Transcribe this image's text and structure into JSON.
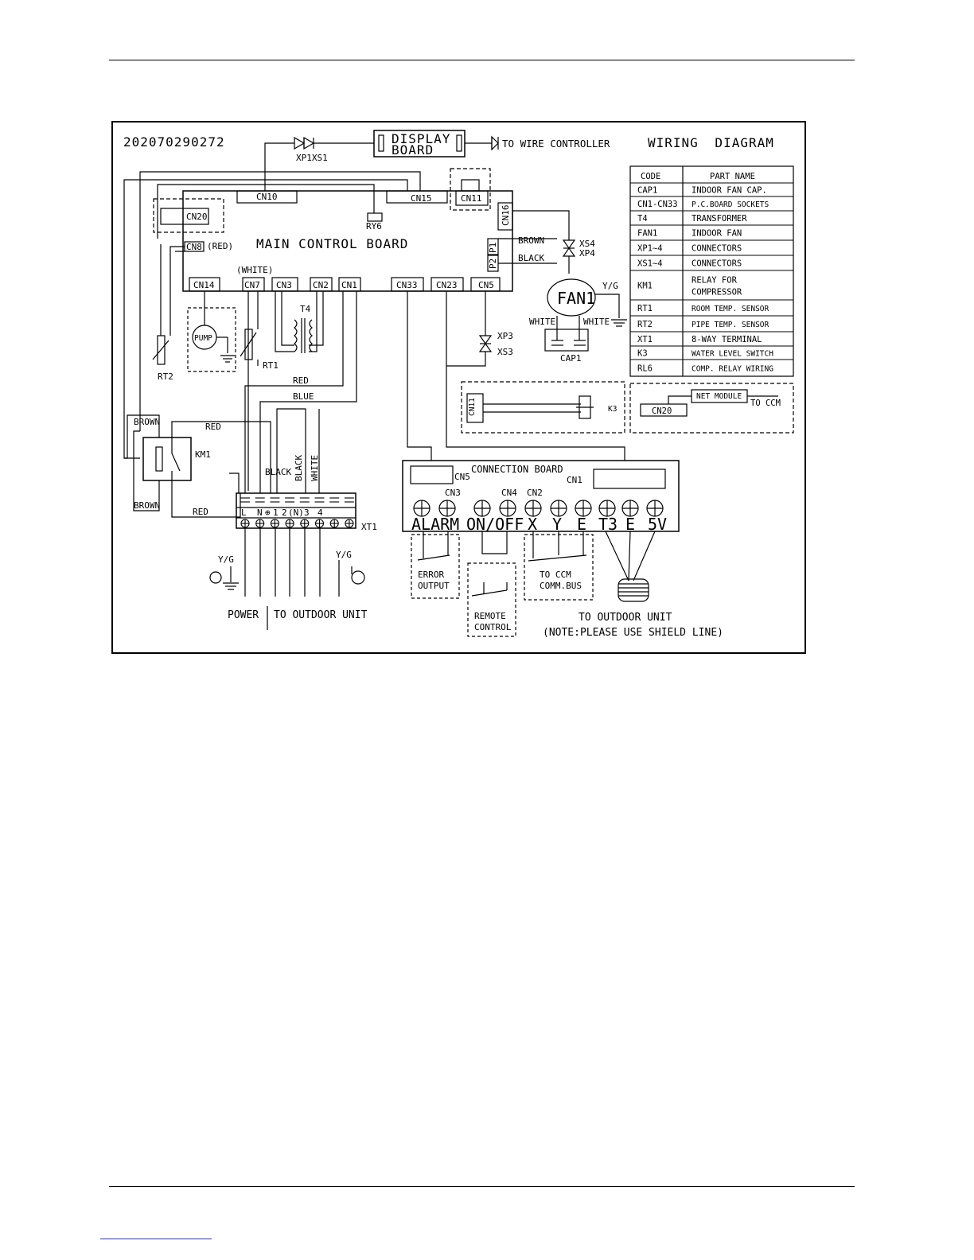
{
  "diagram": {
    "code": "202070290272",
    "title": "WIRING DIAGRAM",
    "display_board": "DISPLAY",
    "display_board_2": "BOARD",
    "xp1xs1": "XP1XS1",
    "to_wire_controller": "TO WIRE CONTROLLER",
    "main_board": "MAIN CONTROL BOARD",
    "connectors": {
      "cn10": "CN10",
      "cn15": "CN15",
      "cn11": "CN11",
      "cn16": "CN16",
      "cn20": "CN20",
      "cn8": "CN8",
      "cn8_color": "(RED)",
      "cn14": "CN14",
      "cn7": "CN7",
      "cn7_color": "(WHITE)",
      "cn3": "CN3",
      "cn2": "CN2",
      "cn1": "CN1",
      "cn33": "CN33",
      "cn23": "CN23",
      "cn5": "CN5",
      "ry6": "RY6",
      "p1": "P1",
      "p2": "P2"
    },
    "wires": {
      "brown": "BROWN",
      "black": "BLACK",
      "red": "RED",
      "blue": "BLUE",
      "white": "WHITE",
      "yg": "Y/G"
    },
    "components": {
      "xs4": "XS4",
      "xp4": "XP4",
      "xp3": "XP3",
      "xs3": "XS3",
      "fan1": "FAN1",
      "cap1": "CAP1",
      "pump": "PUMP",
      "t4": "T4",
      "rt1": "RT1",
      "rt2": "RT2",
      "km1": "KM1",
      "k3": "K3",
      "xt1": "XT1"
    },
    "terminal_labels": [
      "L",
      "N",
      "⊕",
      "1",
      "2",
      "(N)",
      "3",
      "4"
    ],
    "net_module": "NET MODULE",
    "to_ccm": "TO CCM",
    "connection_board": {
      "title": "CONNECTION BOARD",
      "cn5": "CN5",
      "cn1": "CN1",
      "cn3": "CN3",
      "cn4": "CN4",
      "cn2": "CN2",
      "terminals": [
        "ALARM",
        "ON/OFF",
        "X",
        "Y",
        "E",
        "T3",
        "E",
        "5V"
      ]
    },
    "error_output": [
      "ERROR",
      "OUTPUT"
    ],
    "remote_control": [
      "REMOTE",
      "CONTROL"
    ],
    "to_ccm_bus": [
      "TO CCM",
      "COMM.BUS"
    ],
    "power": "POWER",
    "to_outdoor_left": "TO OUTDOOR UNIT",
    "to_outdoor_right": "TO OUTDOOR  UNIT",
    "note": "(NOTE:PLEASE USE SHIELD LINE)"
  },
  "parts_table": {
    "headers": [
      "CODE",
      "PART NAME"
    ],
    "rows": [
      [
        "CAP1",
        "INDOOR FAN CAP."
      ],
      [
        "CN1-CN33",
        "P.C.BOARD SOCKETS"
      ],
      [
        "T4",
        "TRANSFORMER"
      ],
      [
        "FAN1",
        "INDOOR FAN"
      ],
      [
        "XP1~4",
        "CONNECTORS"
      ],
      [
        "XS1~4",
        "CONNECTORS"
      ],
      [
        "KM1",
        "RELAY FOR",
        "COMPRESSOR"
      ],
      [
        "RT1",
        "ROOM TEMP.  SENSOR"
      ],
      [
        "RT2",
        "PIPE TEMP.  SENSOR"
      ],
      [
        "XT1",
        "8-WAY TERMINAL"
      ],
      [
        "K3",
        "WATER LEVEL SWITCH"
      ],
      [
        "RL6",
        "COMP. RELAY WIRING"
      ]
    ]
  }
}
